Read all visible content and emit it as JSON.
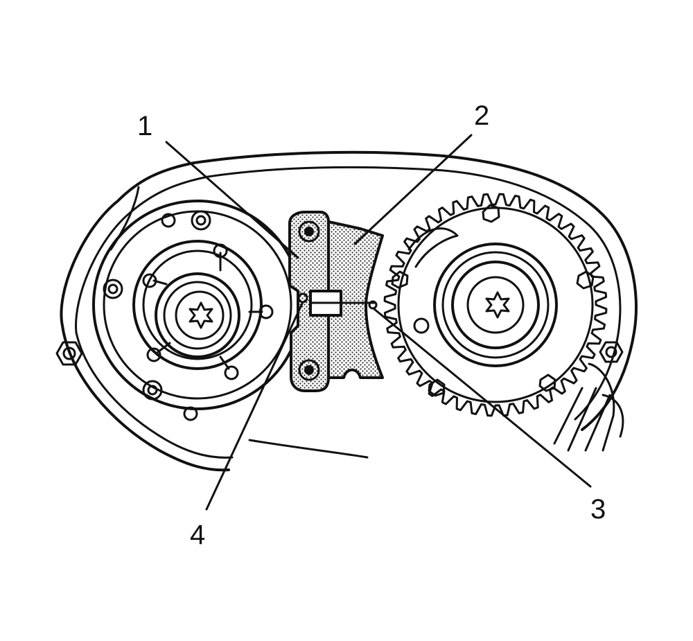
{
  "colors": {
    "ink": "#111111",
    "paper": "#ffffff",
    "tool_fill": "#bdbdbd"
  },
  "callouts": [
    {
      "id": "1",
      "label": "1",
      "part": "camshaft-locking-tool-upper-half"
    },
    {
      "id": "2",
      "label": "2",
      "part": "camshaft-locking-tool-lower-half"
    },
    {
      "id": "3",
      "label": "3",
      "part": "exhaust-camshaft-sprocket-mark"
    },
    {
      "id": "4",
      "label": "4",
      "part": "tool-locating-pin"
    }
  ],
  "icons": [
    "torx-bolt-icon",
    "hex-bolt-icon",
    "sprocket-icon",
    "phaser-icon"
  ]
}
